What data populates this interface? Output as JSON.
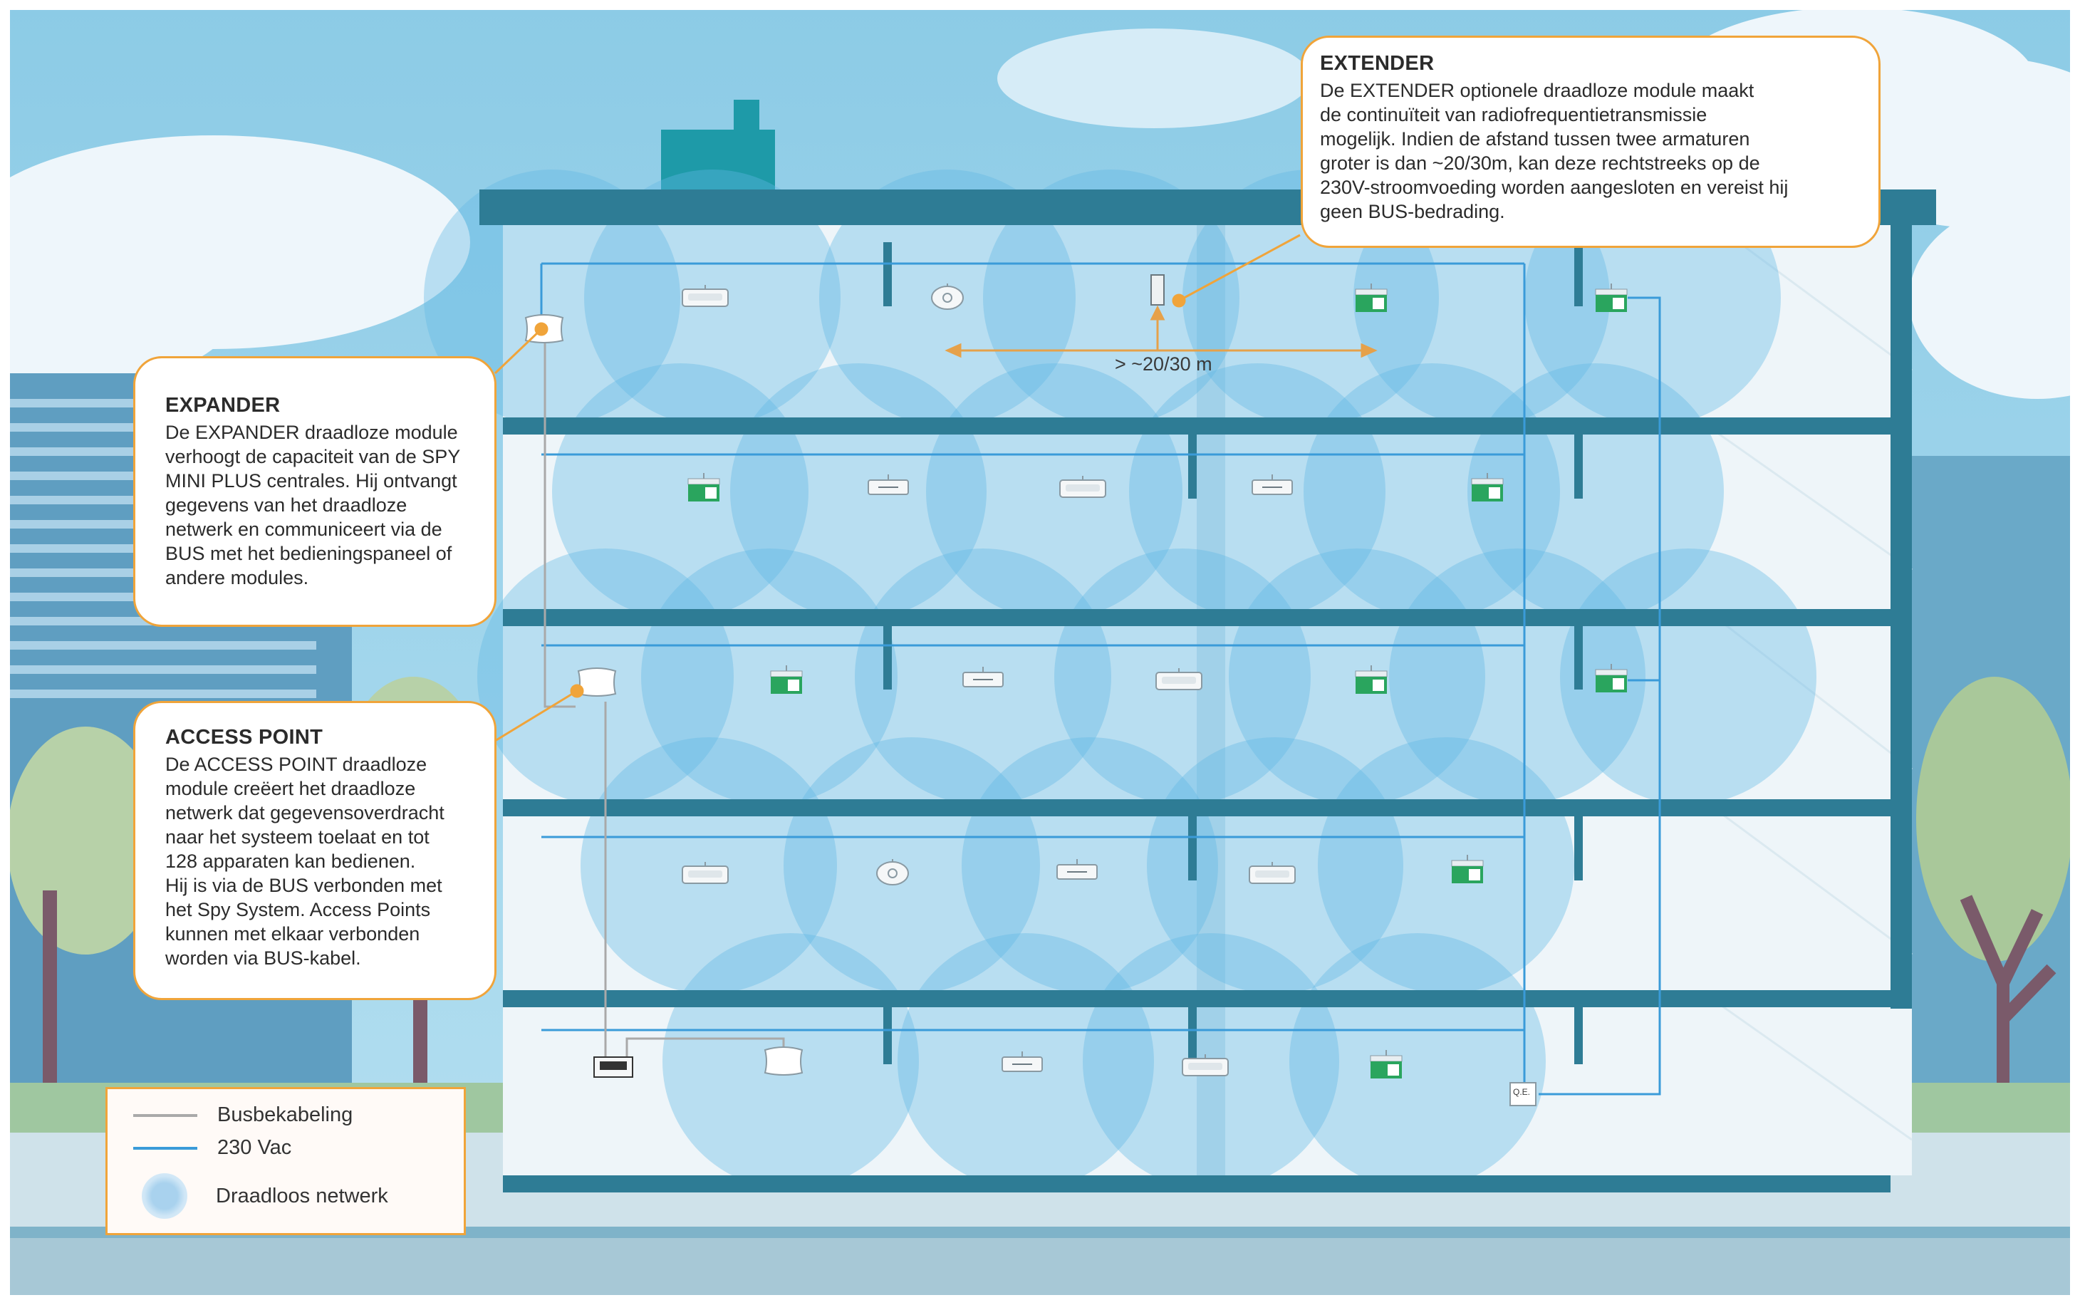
{
  "extender": {
    "title": "EXTENDER",
    "text": "De EXTENDER optionele draadloze module maakt\nde continuïteit van radiofrequentietransmissie\nmogelijk.  Indien de afstand tussen twee armaturen\ngroter is dan ~20/30m, kan deze rechtstreeks op de\n230V-stroomvoeding worden aangesloten en vereist hij\ngeen BUS-bedrading."
  },
  "expander": {
    "title": "EXPANDER",
    "text": "De EXPANDER draadloze module\nverhoogt de capaciteit van de SPY\nMINI PLUS centrales. Hij ontvangt\ngegevens van het draadloze\nnetwerk en communiceert via de\nBUS met het bedieningspaneel of\nandere modules."
  },
  "access_point": {
    "title": "ACCESS POINT",
    "text": "De ACCESS POINT draadloze\nmodule creëert het draadloze\nnetwerk dat gegevensoverdracht\nnaar het systeem toelaat en tot\n128 apparaten kan bedienen.\nHij is via de BUS verbonden met\nhet Spy System. Access Points\nkunnen met elkaar verbonden\nworden via BUS-kabel."
  },
  "distance_label": "> ~20/30 m",
  "qe_label": "Q.E.",
  "legend": {
    "bus": "Busbekabeling",
    "vac": "230 Vac",
    "network": "Draadloos netwerk"
  },
  "colors": {
    "sky": "#9fd3ea",
    "building_structure": "#2e7c95",
    "wireless_network": "#62b8e4",
    "wire_230vac": "#3a9bd9",
    "wire_bus": "#a9a9a9",
    "callout_border": "#f0a43a",
    "exit_sign": "#2aa55e"
  }
}
